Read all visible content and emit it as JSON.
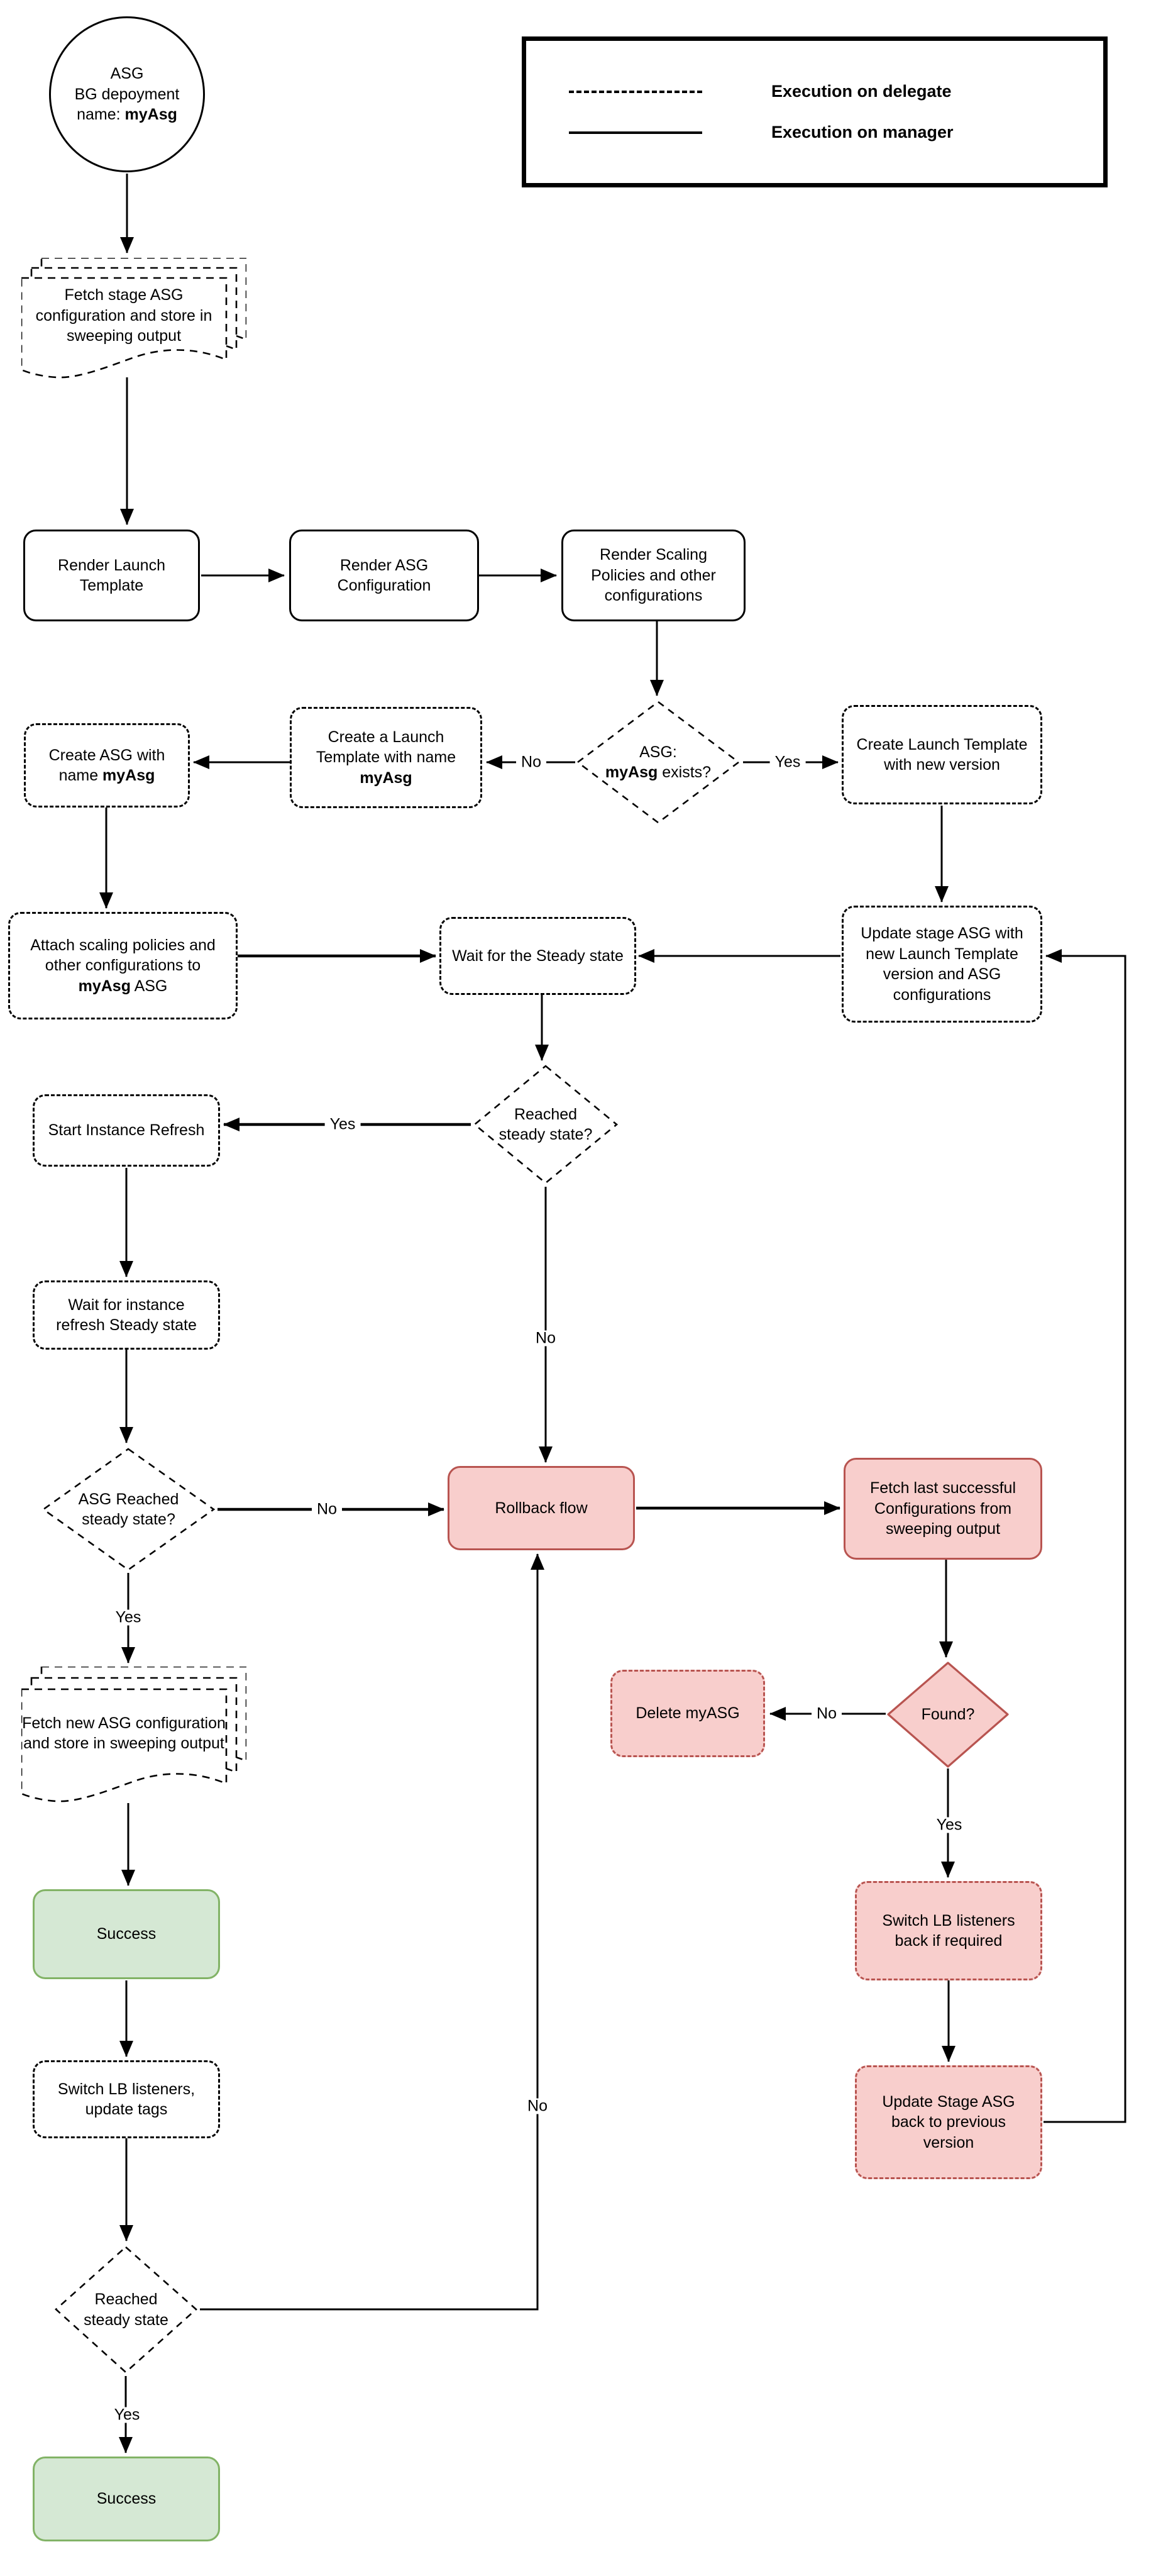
{
  "legend": {
    "items": [
      {
        "style": "dashed",
        "label": "Execution on delegate"
      },
      {
        "style": "solid",
        "label": "Execution on manager"
      }
    ]
  },
  "edge_labels": {
    "yes": "Yes",
    "no": "No"
  },
  "colors": {
    "red_fill": "#f8cecc",
    "red_border": "#b85450",
    "green_fill": "#d5e8d4",
    "green_border": "#82b366",
    "line": "#000000",
    "background": "#ffffff"
  },
  "nodes": {
    "start": {
      "line1": "ASG",
      "line2": "BG depoyment",
      "line3_prefix": "name: ",
      "line3_bold": "myAsg"
    },
    "fetch_stage": {
      "text": "Fetch stage ASG configuration and store in sweeping output"
    },
    "render_launch_template": {
      "text": "Render Launch Template"
    },
    "render_asg_configuration": {
      "text": "Render ASG Configuration"
    },
    "render_scaling_policies": {
      "text": "Render Scaling Policies and other configurations"
    },
    "asg_exists": {
      "line1": "ASG:",
      "bold": "myAsg",
      "suffix": " exists?"
    },
    "create_launch_new_version": {
      "text": "Create Launch Template with new version"
    },
    "create_launch_myasg": {
      "prefix": "Create a Launch Template with name ",
      "bold": "myAsg"
    },
    "create_asg_myasg": {
      "prefix": "Create ASG with name ",
      "bold": "myAsg"
    },
    "attach_scaling": {
      "prefix": "Attach scaling policies and other configurations to ",
      "bold": "myAsg",
      "suffix": " ASG"
    },
    "wait_steady": {
      "text": "Wait for the Steady state"
    },
    "update_stage_asg": {
      "text": "Update stage ASG with new Launch Template version and ASG configurations"
    },
    "reached_steady_q": {
      "text": "Reached steady state?"
    },
    "start_instance_refresh": {
      "text": "Start Instance Refresh"
    },
    "wait_instance_refresh": {
      "text": "Wait for instance refresh Steady state"
    },
    "asg_reached_steady_q": {
      "text": "ASG Reached steady state?"
    },
    "rollback_flow": {
      "text": "Rollback flow"
    },
    "fetch_last_successful": {
      "text": "Fetch last successful Configurations from sweeping output"
    },
    "found_q": {
      "text": "Found?"
    },
    "delete_myasg": {
      "text": "Delete myASG"
    },
    "fetch_new_asg": {
      "text": "Fetch new ASG configuration and store in sweeping output"
    },
    "success_top": {
      "text": "Success"
    },
    "switch_lb_update_tags": {
      "text": "Switch LB listeners, update tags"
    },
    "reached_steady_bottom": {
      "text": "Reached steady state"
    },
    "success_bottom": {
      "text": "Success"
    },
    "switch_lb_back": {
      "text": "Switch LB listeners back if required"
    },
    "update_stage_back": {
      "text": "Update Stage ASG back to previous version"
    }
  }
}
